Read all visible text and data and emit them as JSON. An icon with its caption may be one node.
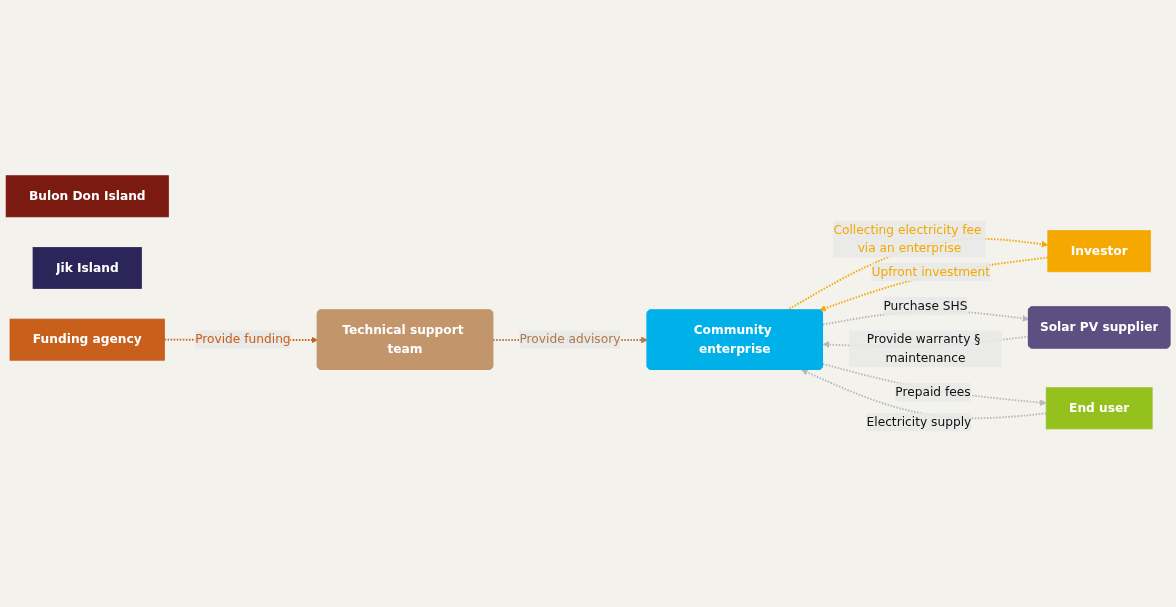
{
  "diagram": {
    "nodes": [
      {
        "text": [
          "Bulon Don Island"
        ]
      },
      {
        "text": [
          "Jik Island"
        ]
      },
      {
        "text": [
          "Funding agency"
        ]
      },
      {
        "text": [
          "Technical support team"
        ]
      },
      {
        "text": [
          "Community enterprise"
        ]
      },
      {
        "text": [
          "Solar PV supplier"
        ]
      },
      {
        "text": [
          "End user"
        ]
      },
      {
        "text": [
          "Investor"
        ]
      }
    ],
    "edges": [
      {
        "from": 2,
        "to": 3,
        "arrow": "to",
        "label": "Provide funding",
        "style": "dashed",
        "color": "#c85f1a"
      },
      {
        "from": 3,
        "to": 4,
        "arrow": "to",
        "label": "Provide advisory",
        "style": "dashed",
        "color": "#b07a4a"
      },
      {
        "from": 7,
        "to": 4,
        "arrow": "to",
        "label": "Upfront investment",
        "style": "dashed",
        "color": "#f5a800"
      },
      {
        "from": 4,
        "to": 7,
        "arrow": "to",
        "label": "Collecting electricity fee via an enterprise",
        "style": "dashed",
        "color": "#f5a800"
      },
      {
        "from": 4,
        "to": 5,
        "arrow": "to",
        "label": "Purchase SHS",
        "style": "dashed"
      },
      {
        "from": 5,
        "to": 4,
        "arrow": "to",
        "label": "Provide warranty § maintenance",
        "style": "dashed"
      },
      {
        "from": 6,
        "to": 4,
        "arrow": "to",
        "label": "Electricity supply",
        "style": "dashed"
      },
      {
        "from": 4,
        "to": 6,
        "arrow": "to",
        "label": "Prepaid fees",
        "style": "dashed"
      }
    ]
  }
}
